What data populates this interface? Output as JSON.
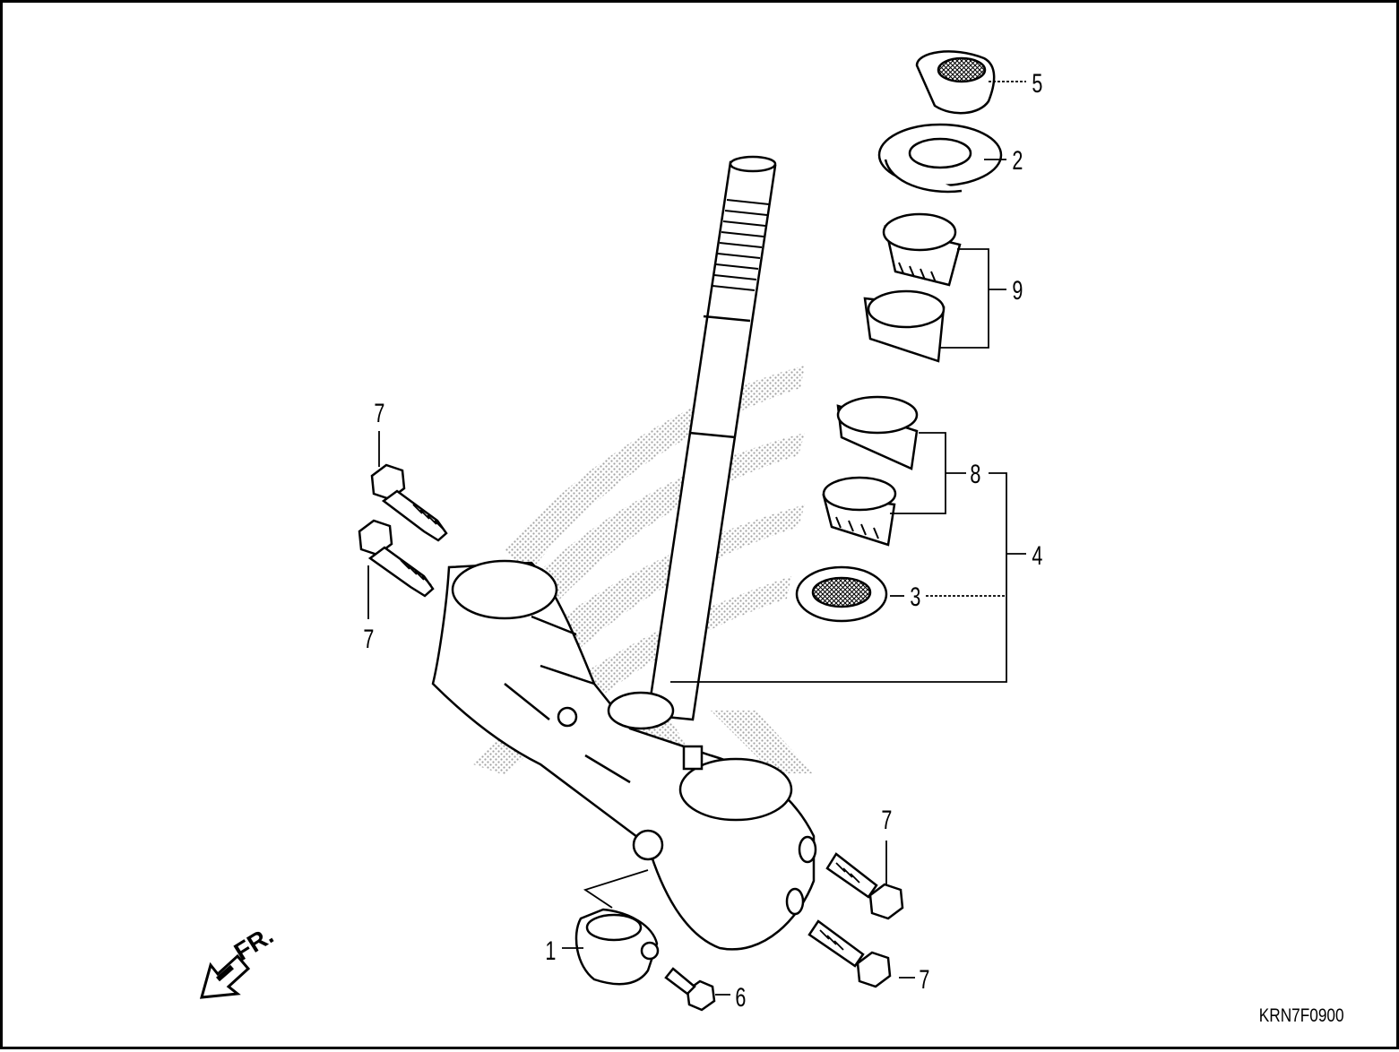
{
  "callouts": {
    "n5": "5",
    "n2": "2",
    "n9": "9",
    "n8": "8",
    "n4": "4",
    "n3": "3",
    "n7_top": "7",
    "n7_left": "7",
    "n7_right_upper": "7",
    "n7_right_lower": "7",
    "n1": "1",
    "n6": "6"
  },
  "front_label": "FR.",
  "diagram_code": "KRN7F0900"
}
